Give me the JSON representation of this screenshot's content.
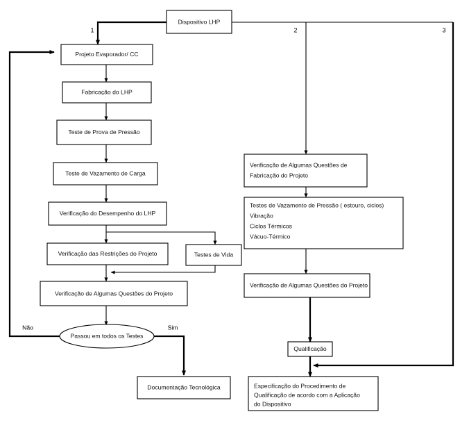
{
  "diagram": {
    "title": "Dispositivo LHP qualification flowchart",
    "stroke_color": "#000000",
    "fill_color": "#ffffff",
    "text_color": "#111111"
  },
  "nodes": {
    "dispositivo_lhp": "Dispositivo LHP",
    "projeto_evaporador": "Projeto  Evaporador/ CC",
    "fabricacao_lhp": "Fabricação do LHP",
    "teste_prova_pressao": "Teste de Prova de Pressão",
    "teste_vazamento_carga": "Teste de Vazamento de Carga",
    "verificacao_desempenho": "Verificação do Desempenho do LHP",
    "verificacao_restricoes": "Verificação das Restrições do Projeto",
    "testes_vida": "Testes de Vida",
    "verificacao_questoes_esq": "Verificação de Algumas Questões do Projeto",
    "passou_testes": "Passou em todos os Testes",
    "documentacao_tecnologica": "Documentação Tecnológica",
    "verificacao_fabricacao_l1": "Verificação de Algumas Questões de",
    "verificacao_fabricacao_l2": "Fabricação do Projeto",
    "testes_lista_l1": "Testes de Vazamento de Pressão ( estouro, ciclos)",
    "testes_lista_l2": "Vibração",
    "testes_lista_l3": "Ciclos Térmicos",
    "testes_lista_l4": "Vácuo-Térmico",
    "verificacao_questoes_dir": "Verificação de Algumas Questões do Projeto",
    "qualificacao": "Qualificação",
    "especificacao_l1": "Especificação do Procedimento de",
    "especificacao_l2": "Qualificação de acordo com a Aplicação",
    "especificacao_l3": "do Dispositivo"
  },
  "branches": {
    "one": "1",
    "two": "2",
    "three": "3"
  },
  "edge_labels": {
    "nao": "Não",
    "sim": "Sim"
  }
}
